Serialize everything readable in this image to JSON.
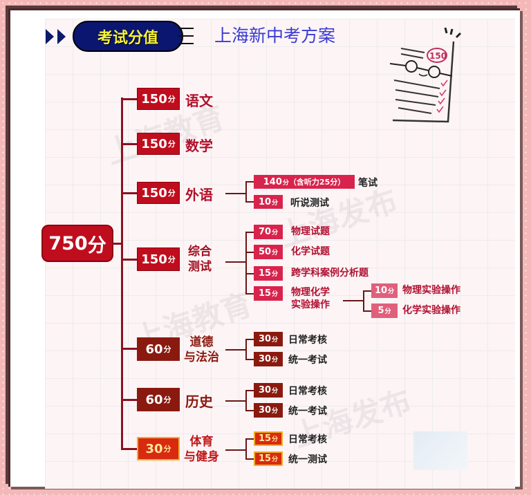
{
  "header": {
    "badge": "考试分值",
    "title": "上海新中考方案"
  },
  "illustration": {
    "icon": "exam-paper-face-icon",
    "score_mark": "150"
  },
  "root": {
    "label": "750",
    "unit": "分"
  },
  "subjects": [
    {
      "score": "150",
      "unit": "分",
      "name": "语文",
      "children": []
    },
    {
      "score": "150",
      "unit": "分",
      "name": "数学",
      "children": []
    },
    {
      "score": "150",
      "unit": "分",
      "name": "外语",
      "children": [
        {
          "score": "140",
          "unit": "分",
          "note": "（含听力25分）",
          "name": "笔试"
        },
        {
          "score": "10",
          "unit": "分",
          "name": "听说测试"
        }
      ]
    },
    {
      "score": "150",
      "unit": "分",
      "name_lines": [
        "综合",
        "测试"
      ],
      "children": [
        {
          "score": "70",
          "unit": "分",
          "name": "物理试题"
        },
        {
          "score": "50",
          "unit": "分",
          "name": "化学试题"
        },
        {
          "score": "15",
          "unit": "分",
          "name": "跨学科案例分析题"
        },
        {
          "score": "15",
          "unit": "分",
          "name_lines": [
            "物理化学",
            "实验操作"
          ],
          "children": [
            {
              "score": "10",
              "unit": "分",
              "name": "物理实验操作"
            },
            {
              "score": "5",
              "unit": "分",
              "name": "化学实验操作"
            }
          ]
        }
      ]
    },
    {
      "score": "60",
      "unit": "分",
      "name_lines": [
        "道德",
        "与法治"
      ],
      "children": [
        {
          "score": "30",
          "unit": "分",
          "name": "日常考核"
        },
        {
          "score": "30",
          "unit": "分",
          "name": "统一考试"
        }
      ]
    },
    {
      "score": "60",
      "unit": "分",
      "name": "历史",
      "children": [
        {
          "score": "30",
          "unit": "分",
          "name": "日常考核"
        },
        {
          "score": "30",
          "unit": "分",
          "name": "统一考试"
        }
      ]
    },
    {
      "score": "30",
      "unit": "分",
      "name_lines": [
        "体育",
        "与健身"
      ],
      "children": [
        {
          "score": "15",
          "unit": "分",
          "name": "日常考核"
        },
        {
          "score": "15",
          "unit": "分",
          "name": "统一测试"
        }
      ]
    }
  ],
  "watermarks": [
    "上海教育",
    "上海发布"
  ],
  "colors": {
    "title": "#3b3bd4",
    "badge_bg": "#0b1670",
    "badge_text": "#f7f23a",
    "primary_red": "#c00d1e",
    "pink": "#d8244c",
    "brown": "#8a1a0f",
    "orange": "#d82a10"
  }
}
